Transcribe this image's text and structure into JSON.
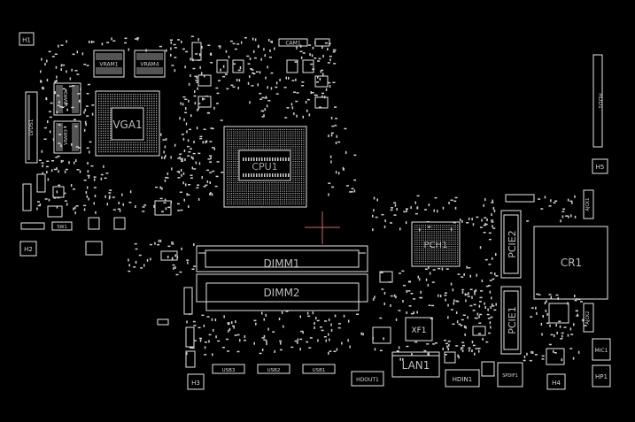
{
  "board": {
    "background": "#000000",
    "outline_color": "#e6e6e6",
    "label_color": "#d8d8d8",
    "marker_color": "#c96a6a",
    "components": {
      "h1": "H1",
      "h2": "H2",
      "h3": "H3",
      "h4": "H4",
      "h5": "H5",
      "cam": "CAM1",
      "vram1": "VRAM1",
      "vram4": "VRAM4",
      "vram2": "VRAM2",
      "vram3": "VRAM3",
      "vga": "VGA1",
      "cpu": "CPU1",
      "lvds": "LVDS1",
      "dimm1": "DIMM1",
      "dimm2": "DIMM2",
      "pch": "PCH1",
      "pcie2": "PCIE2",
      "pcie1": "PCIE1",
      "cr": "CR1",
      "xf": "XF1",
      "lan": "LAN1",
      "hdin": "HDIN1",
      "hdout": "HDOUT1",
      "spdif": "SPDIF1",
      "mic": "MIC1",
      "hp": "HP1",
      "hdd": "HDD1",
      "usb3": "USB3",
      "usb2": "USB2",
      "usb1": "USB1",
      "audio_jack_1": "AJCK1",
      "audio_jack_2": "AJCK2",
      "sw1": "SW1"
    }
  }
}
